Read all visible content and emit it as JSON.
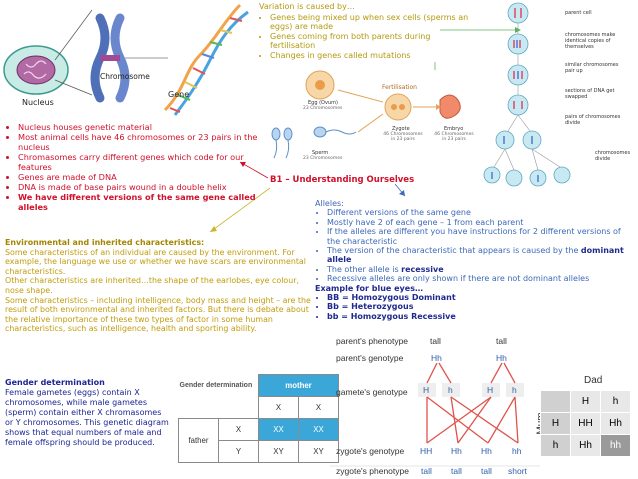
{
  "top_left_image": {
    "nucleus_label": "Nucleus",
    "chromosome_label": "Chromosome",
    "gene_label": "Gene"
  },
  "variation": {
    "title": "Variation is caused by…",
    "items": [
      "Genes being mixed up when sex cells (sperms an eggs) are made",
      "Genes coming from both parents during fertilisation",
      "Changes in genes called mutations"
    ]
  },
  "fertilisation_image": {
    "fertilisation_label": "Fertilisation",
    "egg_label": "Egg (Ovum)",
    "egg_sub": "23 Chromosomes",
    "sperm_label": "Sperm",
    "sperm_sub": "23 Chromosomes",
    "zygote_label": "Zygote",
    "zygote_sub": "46 Chromosomes in 23 pairs",
    "embryo_label": "Embryo",
    "embryo_sub": "46 Chromosomes in 23 pairs"
  },
  "cell_division_image": {
    "labels": [
      "parent cell",
      "chromosomes make identical copies of themselves",
      "similar chromosomes pair up",
      "sections of DNA get swapped",
      "pairs of chromosomes divide",
      "chromosomes divide"
    ]
  },
  "facts": {
    "items": [
      {
        "text": "Nucleus houses genetic material",
        "bold": false
      },
      {
        "text": "Most animal cells have 46 chromosomes or 23 pairs in the nucleus",
        "bold": false
      },
      {
        "text": "Chromasomes carry different genes which code for our features",
        "bold": false
      },
      {
        "text": "Genes are made of DNA",
        "bold": false
      },
      {
        "text": "DNA is made of base pairs wound in a double helix",
        "bold": false
      },
      {
        "text": "We have different versions of the same gene called alleles",
        "bold": true
      }
    ]
  },
  "center_title": "B1 – Understanding Ourselves",
  "environment": {
    "heading": "Environmental and inherited characteristics:",
    "para1": "Some characteristics of an individual are caused by the environment. For example, the language we use or whether we have scars are environmental characteristics.",
    "para2": "Other characteristics are inherited…the shape of the earlobes, eye colour, nose shape.",
    "para3": "Some characteristics – including intelligence, body mass and height – are the result of both environmental and inherited factors. But there is debate about the relative importance of these two types of factor in some human characteristics, such as intelligence, health and sporting ability."
  },
  "alleles": {
    "title": "Alleles:",
    "items": [
      {
        "text": "Different versions of the same gene"
      },
      {
        "text": "Mostly have 2 of each gene – 1 from each parent"
      },
      {
        "text": "If the alleles are different you have instructions for 2 different versions of the characteristic"
      },
      {
        "pre": "The version of the characteristic that appears is caused by the ",
        "bold": "dominant allele"
      },
      {
        "pre": "The other allele is ",
        "bold": "recessive"
      },
      {
        "text": "Recessive alleles are only shown if there are not dominant alleles"
      }
    ],
    "example_title": "Example for blue eyes…",
    "examples": [
      "BB = Homozygous Dominant",
      "Bb = Heterozygous",
      "bb = Homozygous Recessive"
    ]
  },
  "gender": {
    "heading": "Gender determination",
    "text": "Female gametes (eggs) contain X chromosomes, while male gametes (sperm) contain either X chromasomes or Y chromosomes. This genetic diagram shows that equal numbers of male and female offspring should be produced."
  },
  "gender_table": {
    "title": "Gender determination",
    "mother_label": "mother",
    "father_label": "father",
    "mother_alleles": [
      "X",
      "X"
    ],
    "father_alleles": [
      "X",
      "Y"
    ],
    "cells": [
      [
        "XX",
        "XX"
      ],
      [
        "XY",
        "XY"
      ]
    ]
  },
  "cross_diagram": {
    "parents_phenotype_label": "parent's phenotype",
    "parents_genotype_label": "parent's genotype",
    "gametes_genotype_label": "gamete's genotype",
    "zygotes_genotype_label": "zygote's genotype",
    "zygotes_phenotype_label": "zygote's phenotype",
    "parent_phenotypes": [
      "tall",
      "tall"
    ],
    "parent_genotypes": [
      "Hh",
      "Hh"
    ],
    "gametes": [
      "H",
      "h",
      "H",
      "h"
    ],
    "zygote_genotypes": [
      "HH",
      "Hh",
      "Hh",
      "hh"
    ],
    "zygote_phenotypes": [
      "tall",
      "tall",
      "tall",
      "short"
    ]
  },
  "punnett": {
    "dad_label": "Dad",
    "mum_label": "Mum",
    "dad_alleles": [
      "H",
      "h"
    ],
    "mum_alleles": [
      "H",
      "h"
    ],
    "cells": [
      [
        "HH",
        "Hh"
      ],
      [
        "Hh",
        "hh"
      ]
    ]
  },
  "colors": {
    "red_text": "#d0112b",
    "navy_text": "#1f1f8f",
    "blue_text": "#3d69b8",
    "ochre_text": "#c19c0c",
    "table_blue": "#3ba7d8",
    "cross_line": "#e0534a"
  }
}
